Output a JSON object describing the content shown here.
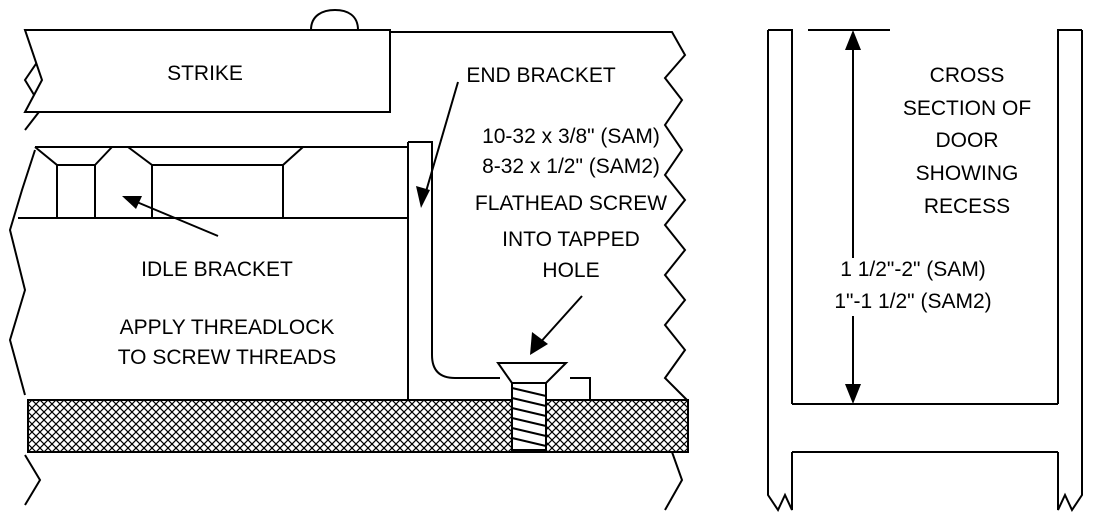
{
  "left_figure": {
    "strike_label": "STRIKE",
    "end_bracket_label": "END BRACKET",
    "idle_bracket_label": "IDLE BRACKET",
    "threadlock_note": [
      "APPLY THREADLOCK",
      "TO SCREW THREADS"
    ],
    "screw_spec": [
      "10-32 x 3/8\" (SAM)",
      "8-32 x 1/2\" (SAM2)",
      "FLATHEAD SCREW",
      "INTO TAPPED",
      "HOLE"
    ]
  },
  "right_figure": {
    "title_lines": [
      "CROSS",
      "SECTION OF",
      "DOOR",
      "SHOWING",
      "RECESS"
    ],
    "dimension_lines": [
      "1 1/2\"-2\" (SAM)",
      "1\"-1 1/2\" (SAM2)"
    ]
  }
}
